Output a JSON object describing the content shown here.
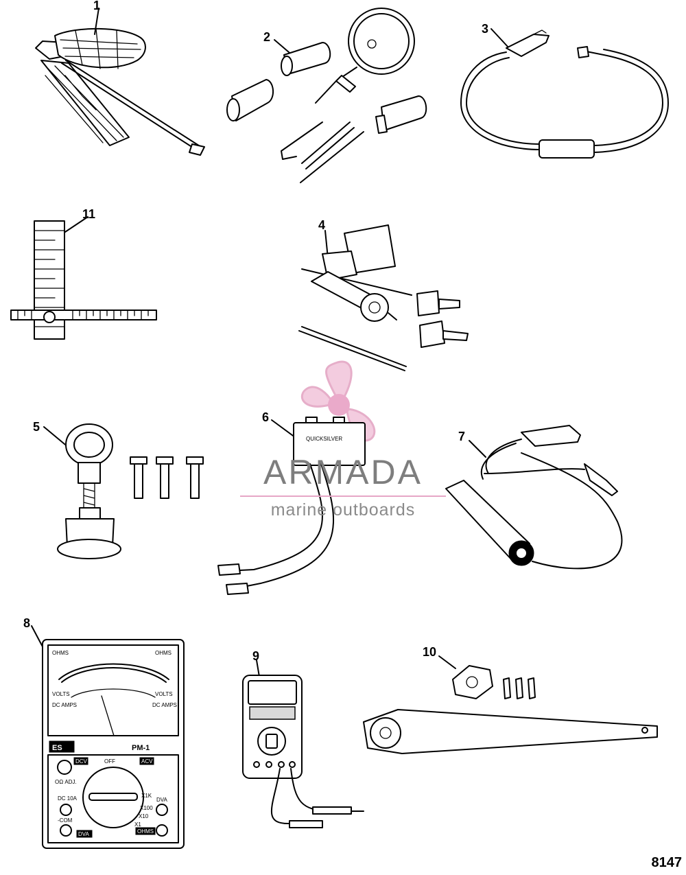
{
  "callouts": [
    "1",
    "2",
    "3",
    "4",
    "5",
    "6",
    "7",
    "8",
    "9",
    "10",
    "11"
  ],
  "labels": {
    "analyzer_brand": "QUICKSILVER",
    "meter_brand": "ES",
    "meter_model": "PM-1",
    "meter_off": "OFF",
    "meter_dcv": "DCV",
    "meter_acv": "ACV",
    "meter_dva_left": "DVA",
    "meter_ohms": "OHMS",
    "meter_dva_right": "DVA",
    "meter_adj": "OΩ ADJ.",
    "meter_dc10a": "DC 10A",
    "meter_com": "-COM",
    "meter_x1k": "X1K",
    "meter_x100": "X100",
    "meter_x10": "X10",
    "meter_x1": "X1",
    "meter_volts_left": "VOLTS",
    "meter_volts_right": "VOLTS",
    "meter_dcamps_left": "DC AMPS",
    "meter_dcamps_right": "DC AMPS",
    "meter_ohms_left": "OHMS",
    "meter_ohms_right": "OHMS"
  },
  "watermark": {
    "word": "ARMADA",
    "subtitle": "marine outboards",
    "color_pink": "#e6a6c6",
    "color_gray": "#7e7e7e"
  },
  "figure_number": "8147"
}
